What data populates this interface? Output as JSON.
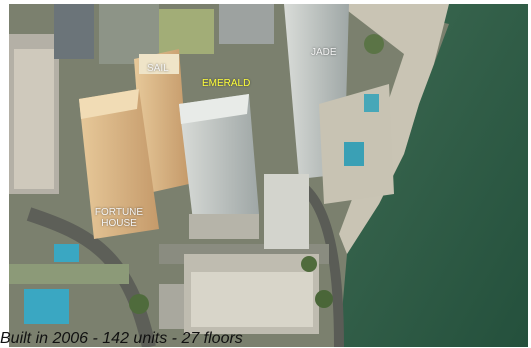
{
  "labels": {
    "sail": "SAIL",
    "emerald": "EMERALD",
    "jade": "JADE",
    "fortune_house": "FORTUNE HOUSE"
  },
  "caption": "Built in 2006 - 142 units - 27 floors",
  "colors": {
    "label_white": "#f4f4f4",
    "label_yellow": "#ffff3a",
    "caption": "#111111",
    "water": "#2f5a45"
  }
}
